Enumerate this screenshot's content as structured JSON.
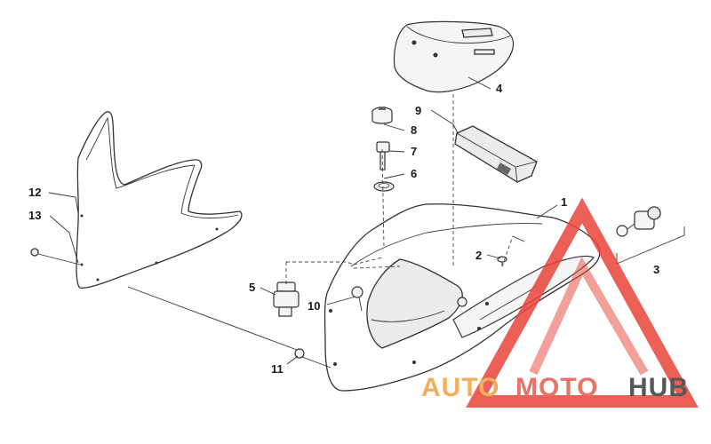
{
  "callouts": {
    "n1": "1",
    "n2": "2",
    "n3": "3",
    "n4": "4",
    "n5": "5",
    "n6": "6",
    "n7": "7",
    "n8": "8",
    "n9": "9",
    "n10": "10",
    "n11": "11",
    "n12": "12",
    "n13": "13"
  },
  "watermark": {
    "part1": "AUTO",
    "part2": "MOTO",
    "part3": "HUB",
    "color1": "#f0a040",
    "color2": "#e85a4a",
    "color3": "#3a3a3a",
    "triangle_color": "#e8443a"
  }
}
